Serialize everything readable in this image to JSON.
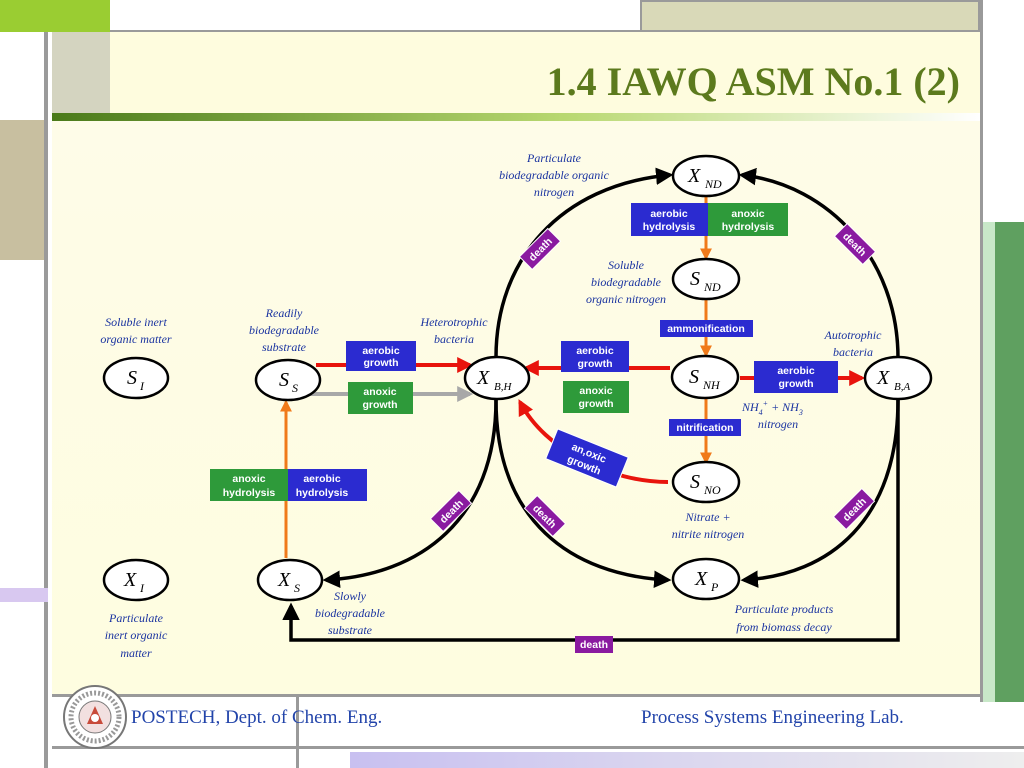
{
  "title": "1.4 IAWQ ASM No.1 (2)",
  "footer": {
    "left": "POSTECH, Dept. of Chem. Eng.",
    "right": "Process Systems Engineering Lab."
  },
  "colors": {
    "title": "#5c7a1d",
    "label": "#1a33a0",
    "aerobic": "#2b2bd0",
    "anoxic": "#2e9a3a",
    "death": "#8a1aa0",
    "process": "#2b2bd0",
    "red_arrow": "#e8140c",
    "orange_arrow": "#f07a1a",
    "gray_arrow": "#a8a8a8"
  },
  "nodes": {
    "si": {
      "main": "S",
      "sub": "I"
    },
    "ss": {
      "main": "S",
      "sub": "S"
    },
    "xbh": {
      "main": "X",
      "sub": "B,H"
    },
    "snh": {
      "main": "S",
      "sub": "NH"
    },
    "xba": {
      "main": "X",
      "sub": "B,A"
    },
    "xnd": {
      "main": "X",
      "sub": "ND"
    },
    "snd": {
      "main": "S",
      "sub": "ND"
    },
    "sno": {
      "main": "S",
      "sub": "NO"
    },
    "xi": {
      "main": "X",
      "sub": "I"
    },
    "xs": {
      "main": "X",
      "sub": "S"
    },
    "xp": {
      "main": "X",
      "sub": "P"
    }
  },
  "labels": {
    "particulate_biodeg_n": [
      "Particulate",
      "biodegradable organic",
      "nitrogen"
    ],
    "soluble_biodeg_n": [
      "Soluble",
      "biodegradable",
      "organic nitrogen"
    ],
    "soluble_inert": [
      "Soluble inert",
      "organic matter"
    ],
    "readily_biodeg": [
      "Readily",
      "biodegradable",
      "substrate"
    ],
    "heterotrophic": [
      "Heterotrophic",
      "bacteria"
    ],
    "autotrophic": [
      "Autotrophic",
      "bacteria"
    ],
    "nh4_nh3": {
      "a": "NH",
      "a_sub": "4",
      "a_sup": "+",
      "b": " + NH",
      "b_sub": "3",
      "line2": "nitrogen"
    },
    "nitrate": [
      "Nitrate +",
      "nitrite nitrogen"
    ],
    "slowly_biodeg": [
      "Slowly",
      "biodegradable",
      "substrate"
    ],
    "particulate_inert": [
      "Particulate",
      "inert organic",
      "matter"
    ],
    "particulate_products": [
      "Particulate products",
      "from biomass decay"
    ]
  },
  "boxes": {
    "aerobic_growth_1": [
      "aerobic",
      "growth"
    ],
    "anoxic_growth_1": [
      "anoxic",
      "growth"
    ],
    "aerobic_growth_2": [
      "aerobic",
      "growth"
    ],
    "anoxic_growth_2": [
      "anoxic",
      "growth"
    ],
    "aerobic_growth_3": [
      "aerobic",
      "growth"
    ],
    "aerobic_hydrolysis_top": [
      "aerobic",
      "hydrolysis"
    ],
    "anoxic_hydrolysis_top": [
      "anoxic",
      "hydrolysis"
    ],
    "anoxic_hydrolysis_left": [
      "anoxic",
      "hydrolysis"
    ],
    "aerobic_hydrolysis_left": [
      "aerobic",
      "hydrolysis"
    ],
    "anoxic_growth_diag": [
      "an,oxic",
      "growth"
    ],
    "ammonification": "ammonification",
    "nitrification": "nitrification",
    "death": "death"
  }
}
